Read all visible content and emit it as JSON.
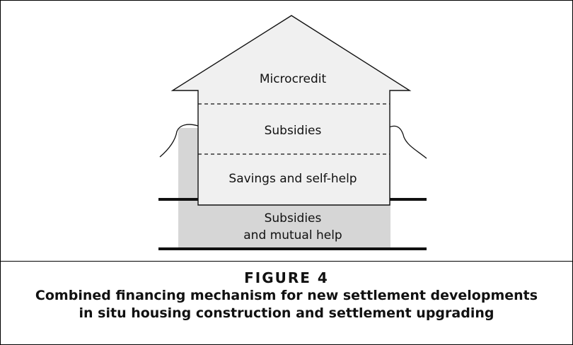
{
  "diagram": {
    "house_sections": [
      {
        "label": "Microcredit"
      },
      {
        "label": "Subsidies"
      },
      {
        "label": "Savings and self-help"
      }
    ],
    "foundation": {
      "line1": "Subsidies",
      "line2": "and mutual help"
    }
  },
  "caption": {
    "figure_label": "FIGURE 4",
    "title_line1": "Combined financing mechanism for new settlement developments",
    "title_line2": "in situ housing construction and settlement upgrading"
  }
}
